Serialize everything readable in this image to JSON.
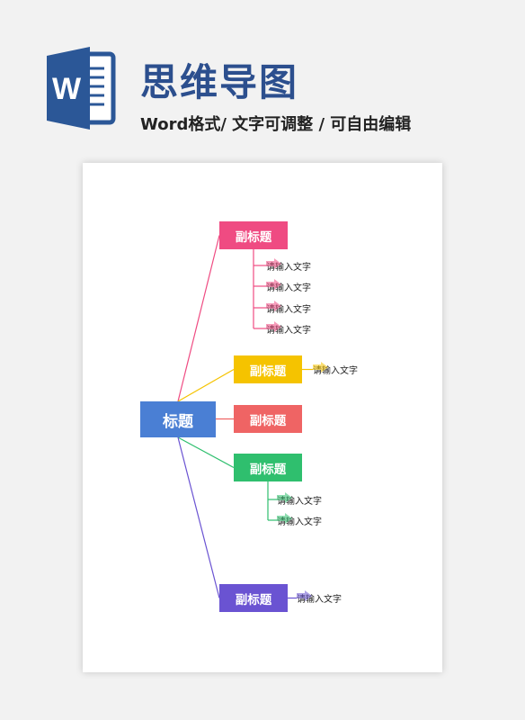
{
  "header": {
    "logo_letter": "W",
    "title": "思维导图",
    "subtitle": "Word格式/ 文字可调整 / 可自由编辑"
  },
  "colors": {
    "word_blue": "#2b5797",
    "root": "#4a7fd4",
    "pink": "#ef4b82",
    "yellow": "#f5c300",
    "red": "#ef6464",
    "green": "#2fbf6e",
    "purple": "#6a53d2"
  },
  "mindmap": {
    "root": {
      "label": "标题"
    },
    "branches": [
      {
        "label": "副标题",
        "color_key": "pink",
        "leaves": [
          "请输入文字",
          "请输入文字",
          "请输入文字",
          "请输入文字"
        ]
      },
      {
        "label": "副标题",
        "color_key": "yellow",
        "leaves": [
          "请输入文字"
        ]
      },
      {
        "label": "副标题",
        "color_key": "red",
        "leaves": []
      },
      {
        "label": "副标题",
        "color_key": "green",
        "leaves": [
          "请输入文字",
          "请输入文字"
        ]
      },
      {
        "label": "副标题",
        "color_key": "purple",
        "leaves": [
          "请输入文字"
        ]
      }
    ]
  }
}
